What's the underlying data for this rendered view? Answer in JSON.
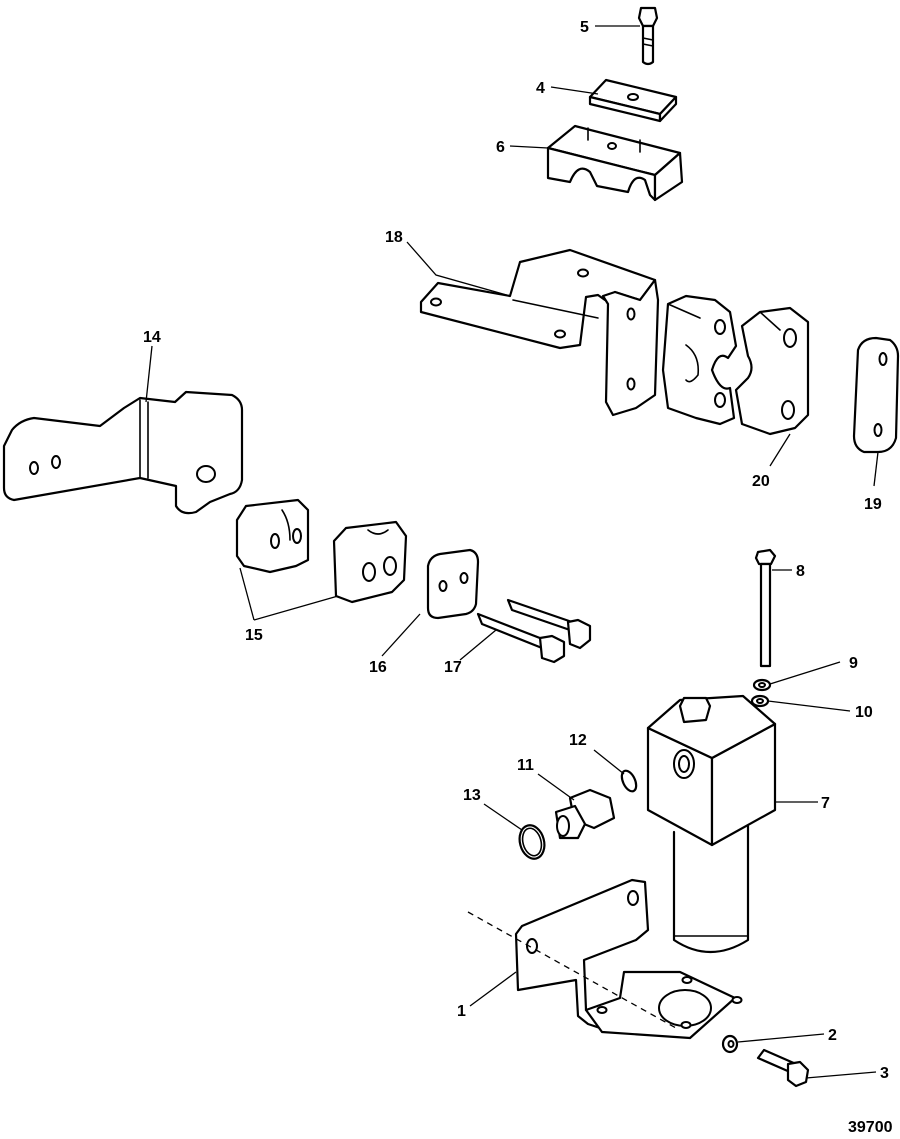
{
  "diagram": {
    "figure_id": "39700",
    "callouts": {
      "c1": "1",
      "c2": "2",
      "c3": "3",
      "c4": "4",
      "c5": "5",
      "c6": "6",
      "c7": "7",
      "c8": "8",
      "c9": "9",
      "c10": "10",
      "c11": "11",
      "c12": "12",
      "c13": "13",
      "c14": "14",
      "c15": "15",
      "c16": "16",
      "c17": "17",
      "c18": "18",
      "c19": "19",
      "c20": "20"
    },
    "colors": {
      "line": "#000000",
      "background": "#ffffff"
    }
  }
}
